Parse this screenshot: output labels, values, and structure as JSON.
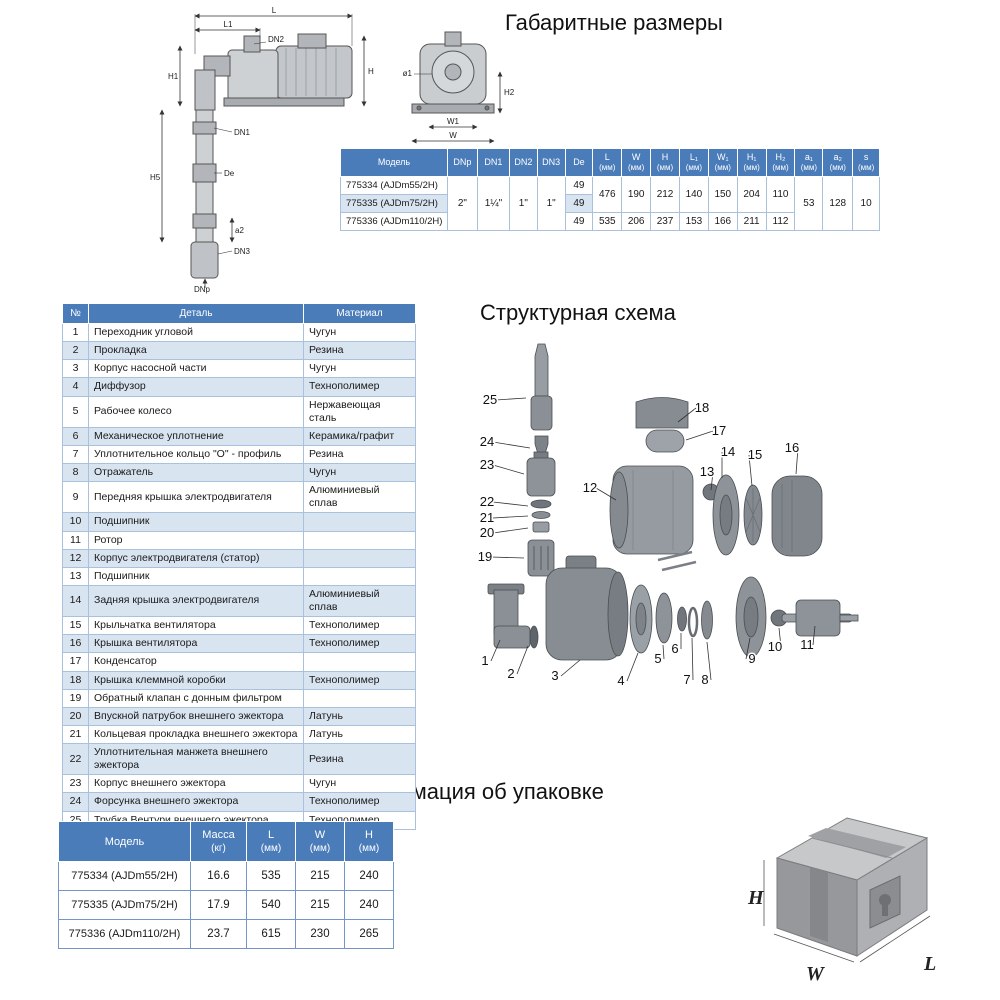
{
  "colors": {
    "header_bg": "#4a7cba",
    "row_alt": "#d9e4f1",
    "tbl_border": "#a9c1dd",
    "pack_border": "#7496c4"
  },
  "page": {
    "dim_title": "Габаритные размеры",
    "schema_title": "Структурная схема",
    "packaging_title": "Информация об упаковке"
  },
  "drawing": {
    "labels": {
      "L": "L",
      "L1": "L1",
      "DN2": "DN2",
      "H1": "H1",
      "H": "H",
      "H5": "H5",
      "DN1": "DN1",
      "De": "De",
      "a2": "a2",
      "DN3": "DN3",
      "DNp": "DNp",
      "d1": "ø1",
      "H2": "H2",
      "W1": "W1",
      "W": "W"
    }
  },
  "dims_table": {
    "headers": [
      {
        "l": "Модель",
        "u": ""
      },
      {
        "l": "DNp",
        "u": ""
      },
      {
        "l": "DN1",
        "u": ""
      },
      {
        "l": "DN2",
        "u": ""
      },
      {
        "l": "DN3",
        "u": ""
      },
      {
        "l": "De",
        "u": ""
      },
      {
        "l": "L",
        "u": "(мм)"
      },
      {
        "l": "W",
        "u": "(мм)"
      },
      {
        "l": "H",
        "u": "(мм)"
      },
      {
        "l": "L₁",
        "u": "(мм)"
      },
      {
        "l": "W₁",
        "u": "(мм)"
      },
      {
        "l": "H₁",
        "u": "(мм)"
      },
      {
        "l": "H₂",
        "u": "(мм)"
      },
      {
        "l": "a₁",
        "u": "(мм)"
      },
      {
        "l": "a₂",
        "u": "(мм)"
      },
      {
        "l": "s",
        "u": "(мм)"
      }
    ],
    "models": [
      "775334 (AJDm55/2H)",
      "775335 (AJDm75/2H)",
      "775336 (AJDm110/2H)"
    ],
    "shared": {
      "DNp": "2\"",
      "DN1": "1¼\"",
      "DN2": "1\"",
      "DN3": "1\"",
      "a1": "53",
      "a2": "128",
      "s": "10"
    },
    "De": [
      "49",
      "49",
      "49"
    ],
    "dims_12": [
      "476",
      "190",
      "212",
      "140",
      "150",
      "204",
      "110"
    ],
    "dims_3": [
      "535",
      "206",
      "237",
      "153",
      "166",
      "211",
      "112"
    ]
  },
  "parts_table": {
    "headers": {
      "num": "№",
      "part": "Деталь",
      "material": "Материал"
    },
    "rows": [
      {
        "n": "1",
        "part": "Переходник угловой",
        "mat": "Чугун"
      },
      {
        "n": "2",
        "part": "Прокладка",
        "mat": "Резина"
      },
      {
        "n": "3",
        "part": "Корпус насосной части",
        "mat": "Чугун"
      },
      {
        "n": "4",
        "part": "Диффузор",
        "mat": "Технополимер"
      },
      {
        "n": "5",
        "part": "Рабочее колесо",
        "mat": "Нержавеющая сталь"
      },
      {
        "n": "6",
        "part": "Механическое уплотнение",
        "mat": "Керамика/графит"
      },
      {
        "n": "7",
        "part": "Уплотнительное кольцо \"О\" - профиль",
        "mat": "Резина"
      },
      {
        "n": "8",
        "part": "Отражатель",
        "mat": "Чугун"
      },
      {
        "n": "9",
        "part": "Передняя крышка электродвигателя",
        "mat": "Алюминиевый сплав"
      },
      {
        "n": "10",
        "part": "Подшипник",
        "mat": ""
      },
      {
        "n": "11",
        "part": "Ротор",
        "mat": ""
      },
      {
        "n": "12",
        "part": "Корпус электродвигателя (статор)",
        "mat": ""
      },
      {
        "n": "13",
        "part": "Подшипник",
        "mat": ""
      },
      {
        "n": "14",
        "part": "Задняя крышка электродвигателя",
        "mat": "Алюминиевый сплав"
      },
      {
        "n": "15",
        "part": "Крыльчатка вентилятора",
        "mat": "Технополимер"
      },
      {
        "n": "16",
        "part": "Крышка вентилятора",
        "mat": "Технополимер"
      },
      {
        "n": "17",
        "part": "Конденсатор",
        "mat": ""
      },
      {
        "n": "18",
        "part": "Крышка клеммной коробки",
        "mat": "Технополимер"
      },
      {
        "n": "19",
        "part": "Обратный клапан с донным фильтром",
        "mat": ""
      },
      {
        "n": "20",
        "part": "Впускной патрубок внешнего эжектора",
        "mat": "Латунь"
      },
      {
        "n": "21",
        "part": "Кольцевая прокладка внешнего эжектора",
        "mat": "Латунь"
      },
      {
        "n": "22",
        "part": "Уплотнительная манжета внешнего эжектора",
        "mat": "Резина"
      },
      {
        "n": "23",
        "part": "Корпус внешнего эжектора",
        "mat": "Чугун"
      },
      {
        "n": "24",
        "part": "Форсунка внешнего эжектора",
        "mat": "Технополимер"
      },
      {
        "n": "25",
        "part": "Трубка Вентури внешнего эжектора",
        "mat": "Технополимер"
      }
    ]
  },
  "diagram": {
    "callouts": [
      "25",
      "24",
      "23",
      "22",
      "21",
      "20",
      "19",
      "12",
      "18",
      "17",
      "14",
      "15",
      "16",
      "13",
      "1",
      "2",
      "3",
      "4",
      "5",
      "6",
      "7",
      "8",
      "9",
      "10",
      "11"
    ]
  },
  "packaging_table": {
    "headers": [
      {
        "l": "Модель",
        "u": ""
      },
      {
        "l": "Масса",
        "u": "(кг)"
      },
      {
        "l": "L",
        "u": "(мм)"
      },
      {
        "l": "W",
        "u": "(мм)"
      },
      {
        "l": "H",
        "u": "(мм)"
      }
    ],
    "rows": [
      {
        "model": "775334 (AJDm55/2H)",
        "mass": "16.6",
        "l": "535",
        "w": "215",
        "h": "240"
      },
      {
        "model": "775335 (AJDm75/2H)",
        "mass": "17.9",
        "l": "540",
        "w": "215",
        "h": "240"
      },
      {
        "model": "775336 (AJDm110/2H)",
        "mass": "23.7",
        "l": "615",
        "w": "230",
        "h": "265"
      }
    ]
  },
  "box": {
    "labels": {
      "h": "H",
      "w": "W",
      "l": "L"
    }
  }
}
